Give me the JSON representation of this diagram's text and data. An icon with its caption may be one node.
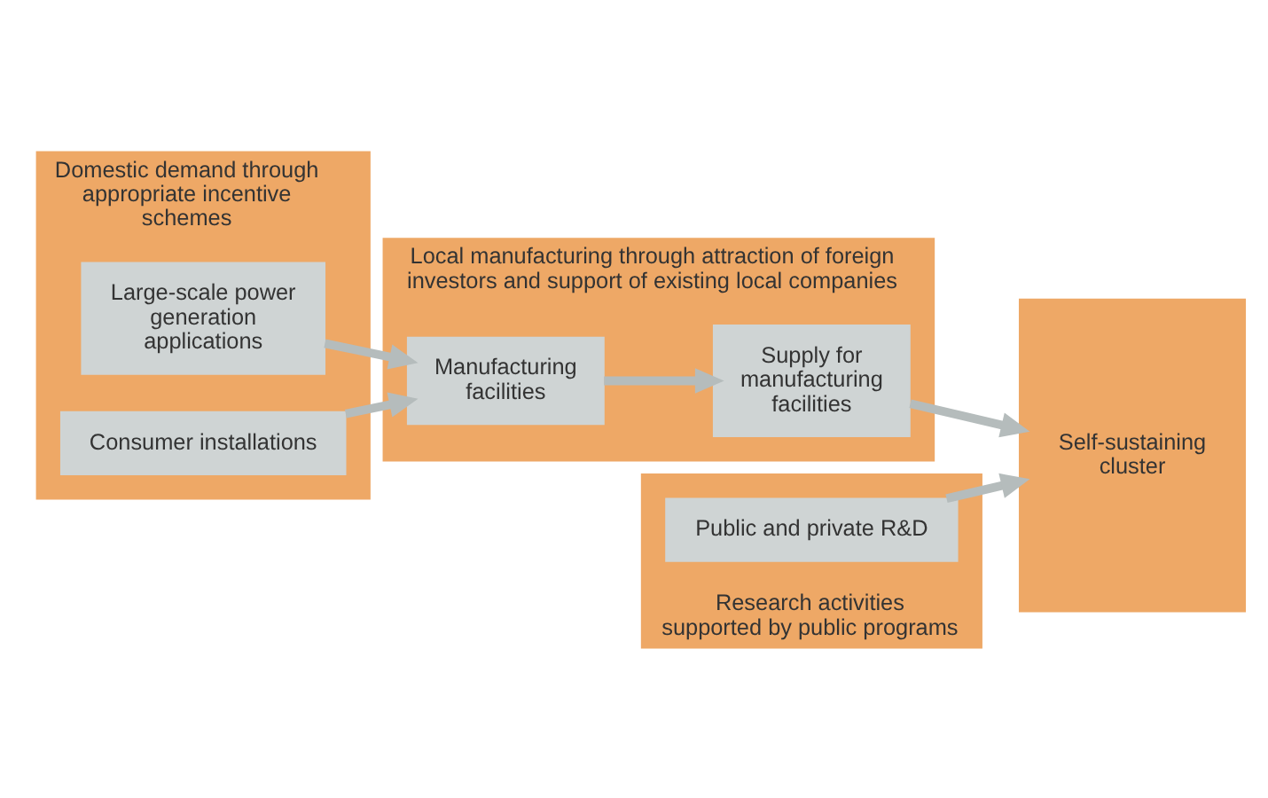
{
  "diagram": {
    "nodes": [
      {
        "text": [
          "Domestic demand through appropriate incentive schemes"
        ]
      },
      {
        "text": [
          "Large-scale power generation applications"
        ],
        "in": 0
      },
      {
        "text": [
          "Consumer installations"
        ],
        "in": 0
      },
      {
        "text": [
          "Local manufacturing through attraction of foreign investors and support of existing local companies"
        ]
      },
      {
        "text": [
          "Manufacturing facilities"
        ],
        "in": 3
      },
      {
        "text": [
          "Supply for manufacturing facilities"
        ],
        "in": 3
      },
      {
        "text": [
          "Research activities supported by public programs"
        ]
      },
      {
        "text": [
          "Public and private R&D"
        ],
        "in": 6
      },
      {
        "text": [
          "Self-sustaining cluster"
        ]
      }
    ],
    "edges": [
      {
        "from": 1,
        "to": 4,
        "arrow": "to"
      },
      {
        "from": 2,
        "to": 4,
        "arrow": "to"
      },
      {
        "from": 4,
        "to": 5,
        "arrow": "to"
      },
      {
        "from": 5,
        "to": 8,
        "arrow": "to"
      },
      {
        "from": 7,
        "to": 8,
        "arrow": "to"
      }
    ]
  }
}
